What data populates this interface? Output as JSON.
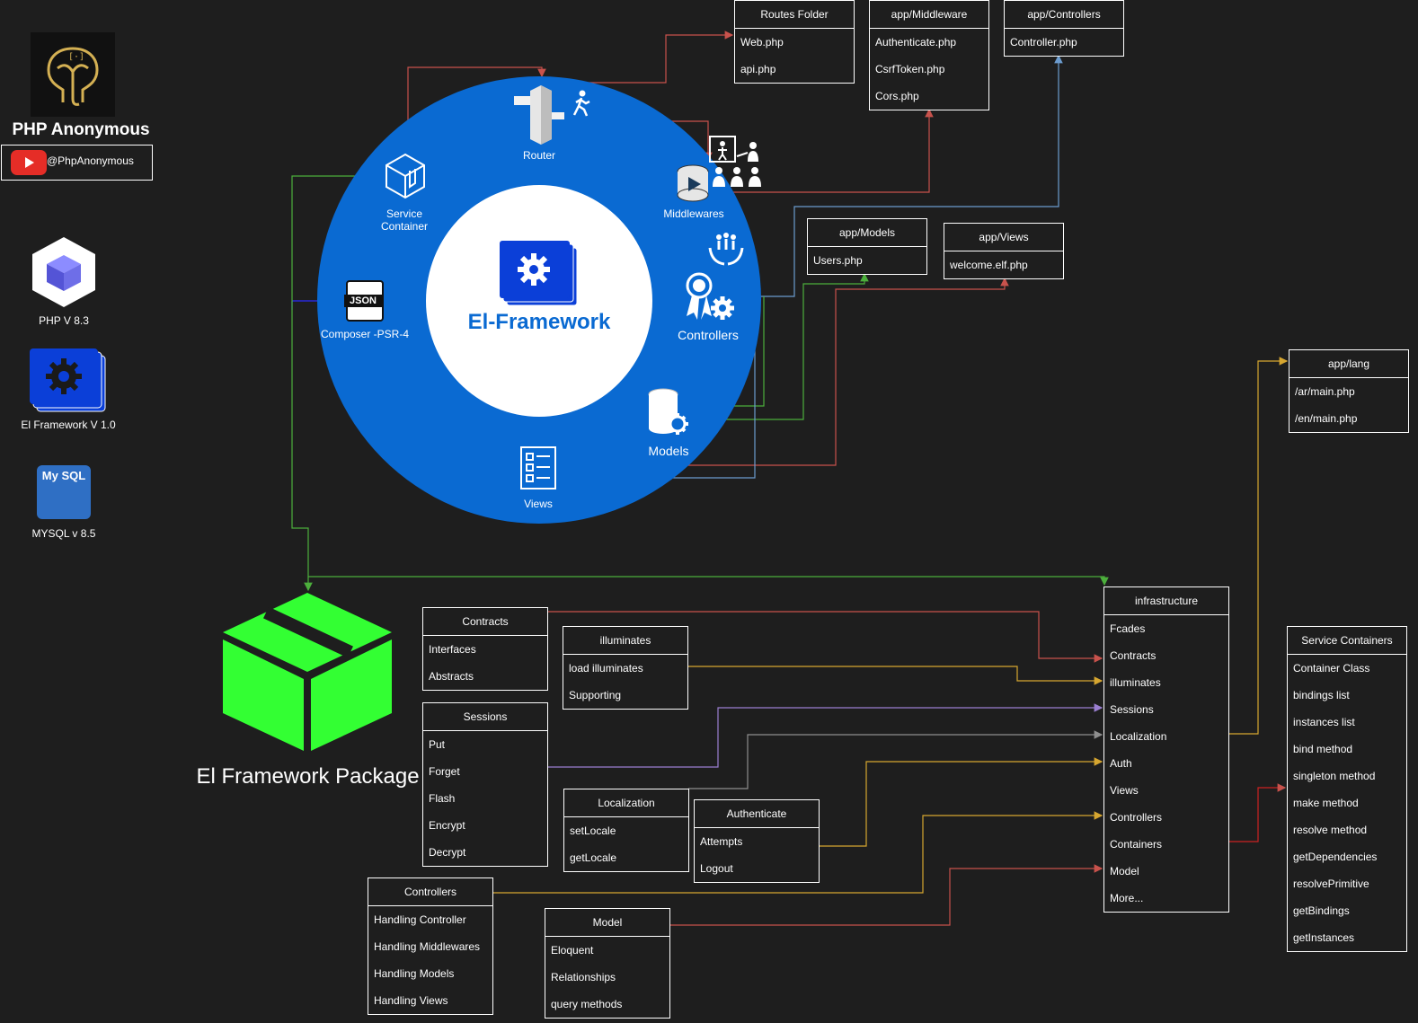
{
  "colors": {
    "background": "#1e1e1e",
    "circle": "#0a6ad2",
    "package": "#33ff33",
    "wire_red": "#c8524c",
    "wire_green": "#4caf3c",
    "wire_blue": "#6c9ccf",
    "wire_yellow": "#d6a630",
    "wire_purple": "#9b7fd1",
    "wire_gray": "#8e8e8e"
  },
  "brand": {
    "name": "PHP Anonymous",
    "channel": "@PhpAnonymous",
    "logo_icon": "elephant-logo-icon",
    "youtube_icon": "youtube-icon"
  },
  "stack": [
    {
      "label": "PHP V 8.3",
      "icon": "php-cube-icon"
    },
    {
      "label": "El Framework V 1.0",
      "icon": "gear-stack-icon"
    },
    {
      "label": "MYSQL v 8.5",
      "icon": "mysql-icon",
      "icon_text": "My SQL"
    }
  ],
  "framework": {
    "title": "El-Framework",
    "nodes": {
      "router": "Router",
      "service_container": [
        "Service",
        "Container"
      ],
      "composer": "Composer -PSR-4",
      "json_badge": "JSON",
      "middlewares": "Middlewares",
      "controllers": "Controllers",
      "models": "Models",
      "views": "Views"
    }
  },
  "package": {
    "title": "El Framework Package"
  },
  "tables": {
    "routes": {
      "title": "Routes Folder",
      "rows": [
        "Web.php",
        "api.php"
      ]
    },
    "middleware": {
      "title": "app/Middleware",
      "rows": [
        "Authenticate.php",
        "CsrfToken.php",
        "Cors.php"
      ]
    },
    "app_controllers": {
      "title": "app/Controllers",
      "rows": [
        "Controller.php"
      ]
    },
    "app_models": {
      "title": "app/Models",
      "rows": [
        "Users.php"
      ]
    },
    "app_views": {
      "title": "app/Views",
      "rows": [
        "welcome.elf.php"
      ]
    },
    "app_lang": {
      "title": "app/lang",
      "rows": [
        "/ar/main.php",
        "/en/main.php"
      ]
    },
    "contracts": {
      "title": "Contracts",
      "rows": [
        "Interfaces",
        "Abstracts"
      ]
    },
    "illuminates": {
      "title": "illuminates",
      "rows": [
        "load illuminates",
        "Supporting"
      ]
    },
    "sessions": {
      "title": "Sessions",
      "rows": [
        "Put",
        "Forget",
        "Flash",
        "Encrypt",
        "Decrypt"
      ]
    },
    "localization": {
      "title": "Localization",
      "rows": [
        "setLocale",
        "getLocale"
      ]
    },
    "authenticate": {
      "title": "Authenticate",
      "rows": [
        "Attempts",
        "Logout"
      ]
    },
    "controllers": {
      "title": "Controllers",
      "rows": [
        "Handling Controller",
        "Handling Middlewares",
        "Handling Models",
        "Handling Views"
      ]
    },
    "model": {
      "title": "Model",
      "rows": [
        "Eloquent",
        "Relationships",
        "query methods"
      ]
    },
    "infrastructure": {
      "title": "infrastructure",
      "rows": [
        "Fcades",
        "Contracts",
        "illuminates",
        "Sessions",
        "Localization",
        "Auth",
        "Views",
        "Controllers",
        "Containers",
        "Model",
        "More..."
      ]
    },
    "service_containers": {
      "title": "Service Containers",
      "rows": [
        "Container Class",
        "bindings list",
        "instances list",
        "bind method",
        "singleton method",
        "make method",
        "resolve method",
        "getDependencies",
        "resolvePrimitive",
        "getBindings",
        "getInstances"
      ]
    }
  }
}
